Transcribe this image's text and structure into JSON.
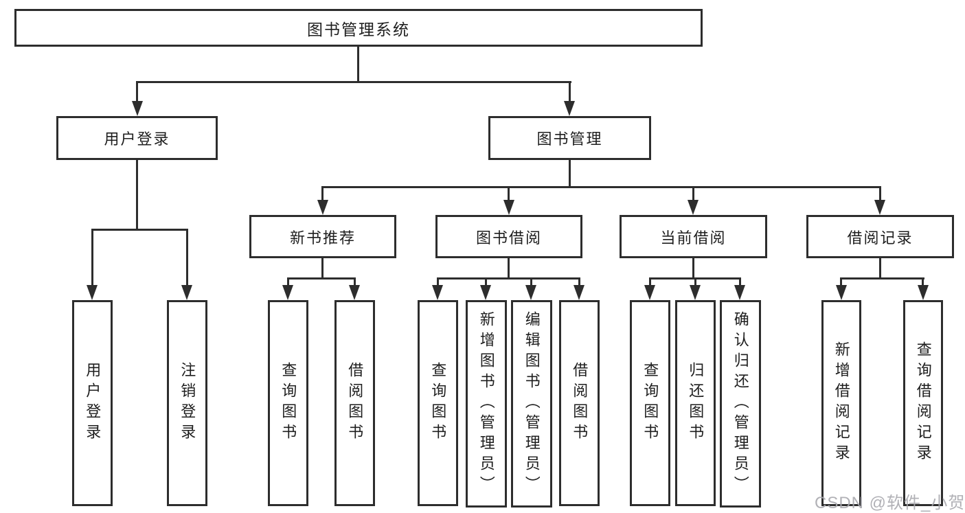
{
  "diagram": {
    "root": {
      "label": "图书管理系统"
    },
    "level2": [
      {
        "label": "用户登录"
      },
      {
        "label": "图书管理"
      }
    ],
    "level3": [
      {
        "label": "新书推荐"
      },
      {
        "label": "图书借阅"
      },
      {
        "label": "当前借阅"
      },
      {
        "label": "借阅记录"
      }
    ],
    "leaves": {
      "user_login": [
        "用户登录",
        "注销登录"
      ],
      "new_book": [
        "查询图书",
        "借阅图书"
      ],
      "book_borrow": [
        "查询图书",
        "新增图书（管理员）",
        "编辑图书（管理员）",
        "借阅图书"
      ],
      "current_borrow": [
        "查询图书",
        "归还图书",
        "确认归还（管理员）"
      ],
      "borrow_record": [
        "新增借阅记录",
        "查询借阅记录"
      ]
    }
  },
  "watermark": {
    "text": "CSDN @软件_小贺同学"
  },
  "colors": {
    "line": "#2d2d2d",
    "box_border": "#2d2d2d",
    "text": "#1e1e1e",
    "watermark": "#a8a8ae",
    "background": "#ffffff"
  }
}
